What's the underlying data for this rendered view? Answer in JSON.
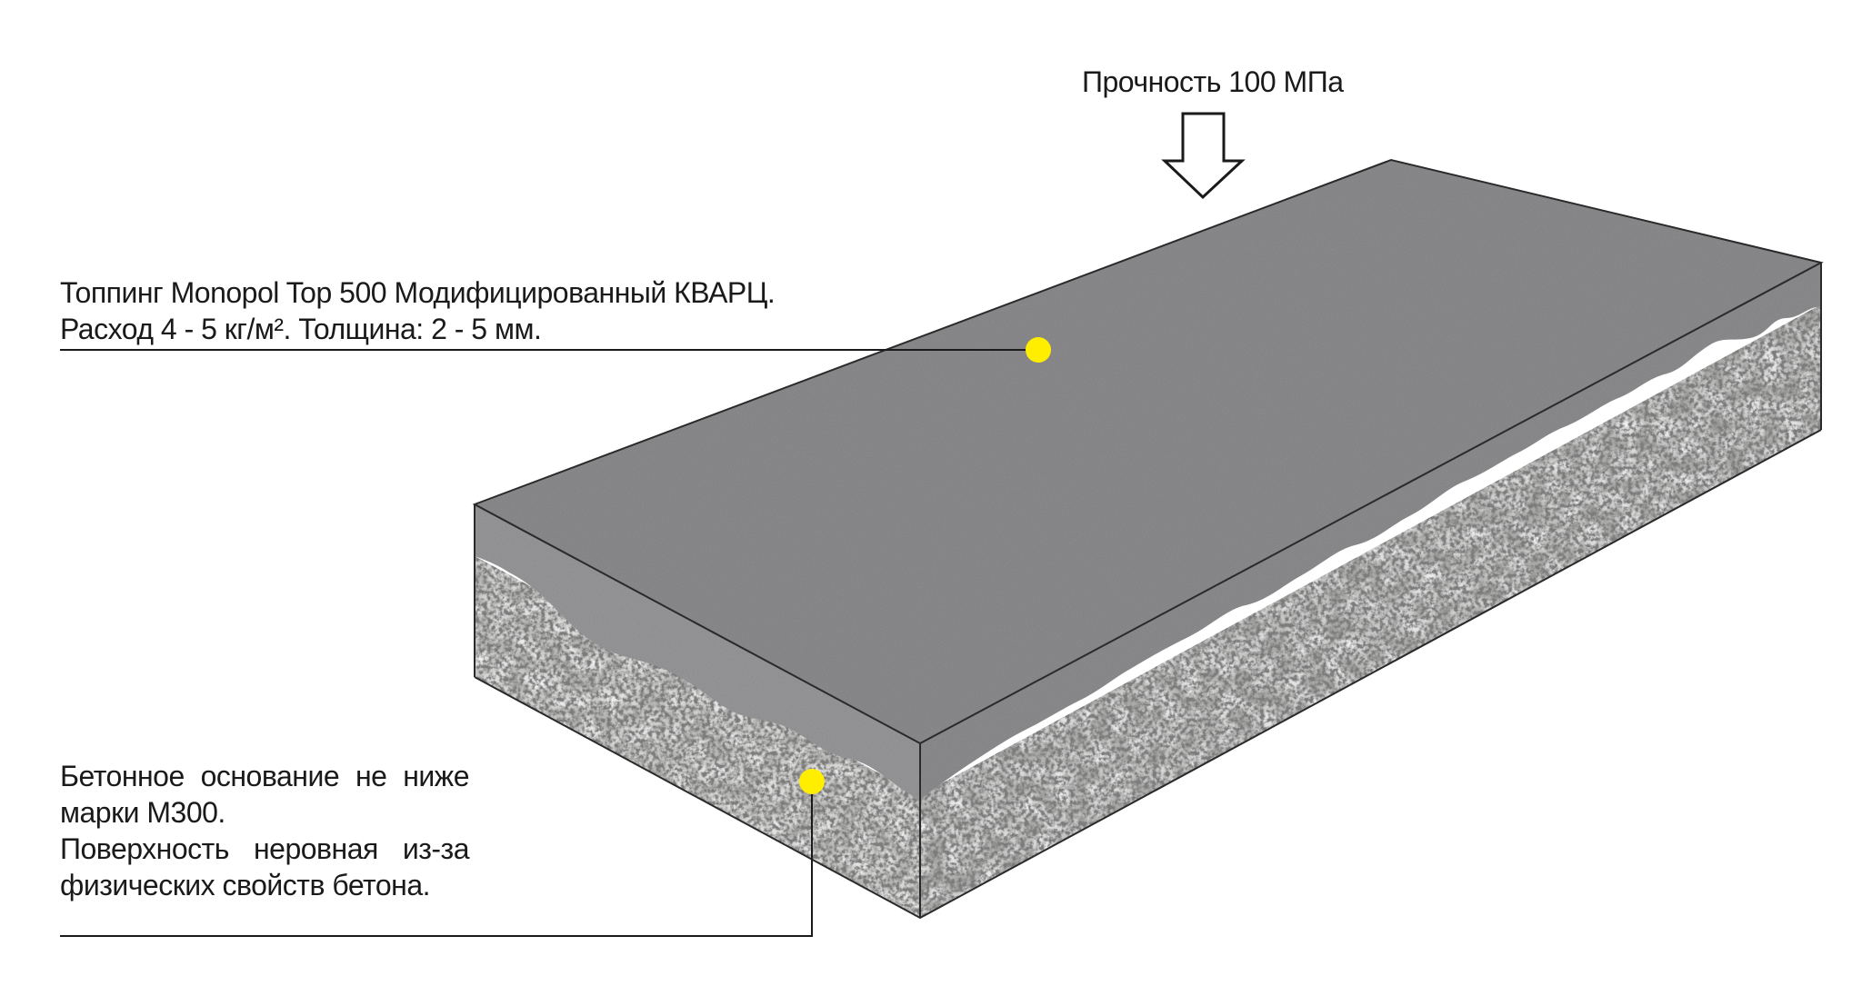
{
  "strength": {
    "label": "Прочность 100 МПа"
  },
  "topping": {
    "line1": "Топпинг Monopol Top 500 Модифицированный КВАРЦ.",
    "line2": "Расход 4 - 5 кг/м². Толщина: 2 - 5 мм."
  },
  "base": {
    "line1": "Бетонное основание не ниже",
    "line2": "марки М300.",
    "line3": "Поверхность неровная из-за",
    "line4": "физических свойств бетона."
  },
  "colors": {
    "marker": "#ffee00",
    "topping_surface": "#8e8e90",
    "topping_side": "#9b9b9d",
    "concrete": "#b6b6b4",
    "leader_line": "#1a1a1a"
  }
}
